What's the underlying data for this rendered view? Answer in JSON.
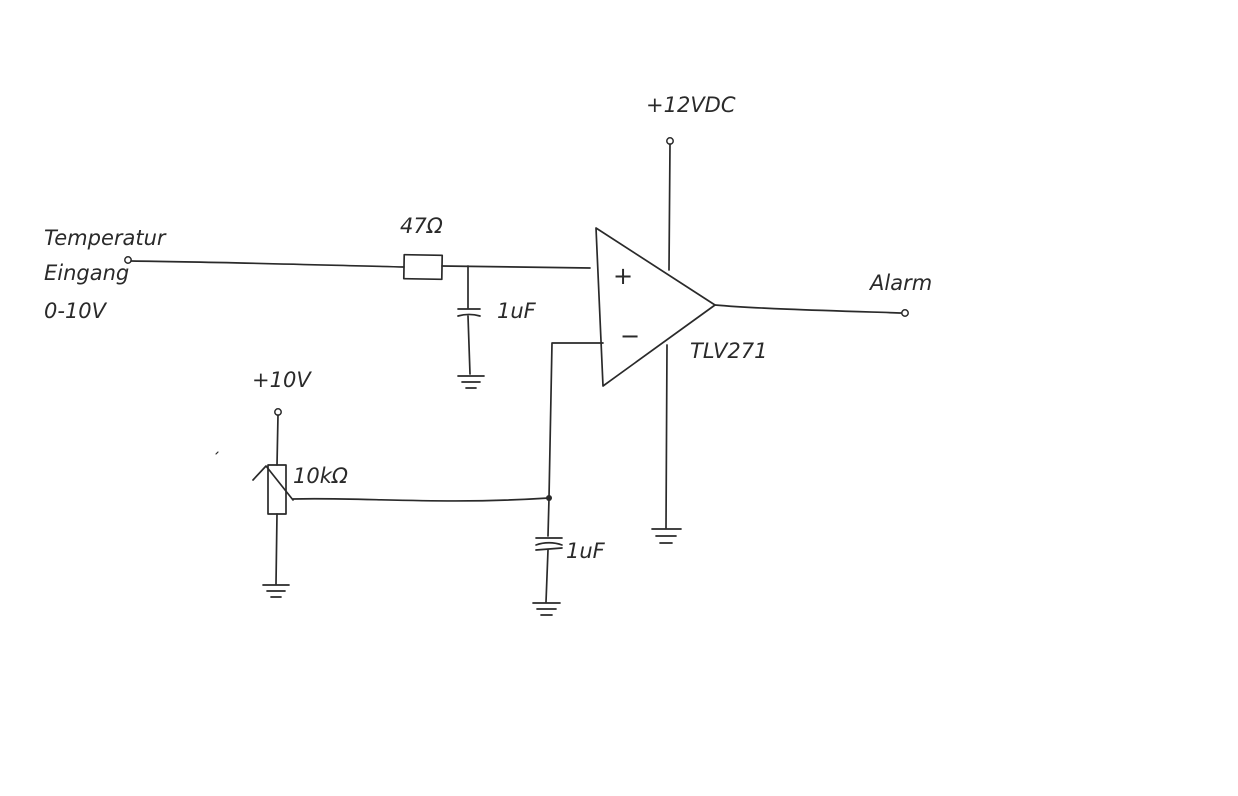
{
  "labels": {
    "input_line1": "Temperatur",
    "input_line2": "Eingang",
    "input_line3": "0-10V",
    "supply_12v": "+12VDC",
    "supply_10v": "+10V",
    "output": "Alarm",
    "opamp": "TLV271",
    "plus": "+",
    "minus": "−"
  },
  "components": {
    "resistor_input": "47Ω",
    "capacitor_input": "1uF",
    "potentiometer": "10kΩ",
    "capacitor_ref": "1uF"
  }
}
